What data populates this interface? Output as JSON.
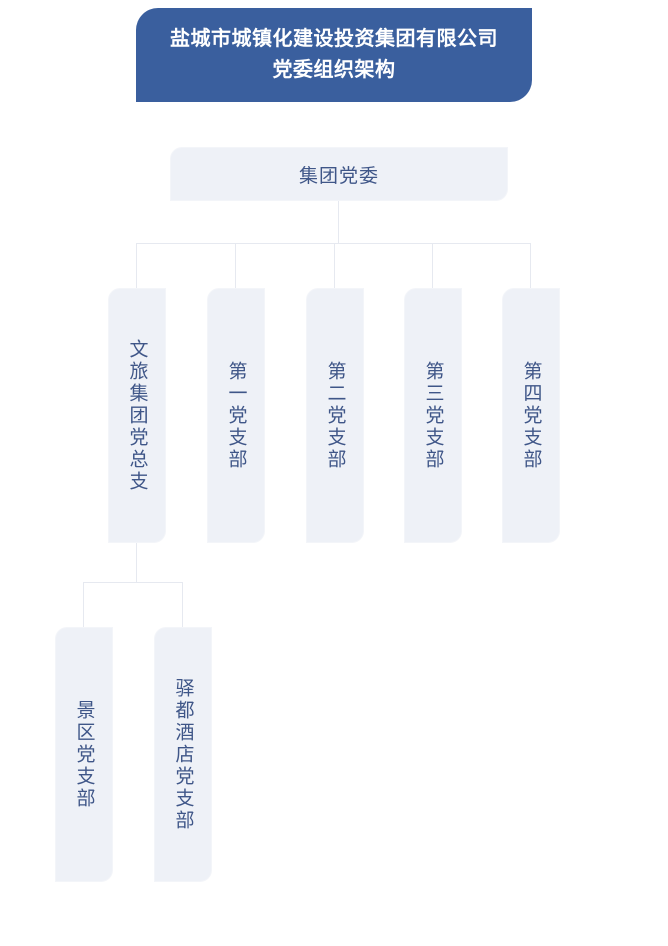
{
  "banner": {
    "title": "盐城市城镇化建设投资集团有限公司\n党委组织架构",
    "background_color": "#3a5f9e",
    "text_color": "#ffffff"
  },
  "theme": {
    "node_fill": "#eef1f7",
    "node_border": "#f3f5f9",
    "node_text_color": "#3f5688",
    "connector_color": "#e6e9f0",
    "page_background": "#ffffff"
  },
  "org_chart": {
    "root": {
      "label": "集团党委",
      "orientation": "horizontal"
    },
    "level1": [
      {
        "label": "文旅集团党总支",
        "orientation": "vertical",
        "has_children": true
      },
      {
        "label": "第一党支部",
        "orientation": "vertical",
        "has_children": false
      },
      {
        "label": "第二党支部",
        "orientation": "vertical",
        "has_children": false
      },
      {
        "label": "第三党支部",
        "orientation": "vertical",
        "has_children": false
      },
      {
        "label": "第四党支部",
        "orientation": "vertical",
        "has_children": false
      }
    ],
    "level2": [
      {
        "label": "景区党支部",
        "orientation": "vertical",
        "parent": "文旅集团党总支"
      },
      {
        "label": "驿都酒店党支部",
        "orientation": "vertical",
        "parent": "文旅集团党总支"
      }
    ]
  }
}
